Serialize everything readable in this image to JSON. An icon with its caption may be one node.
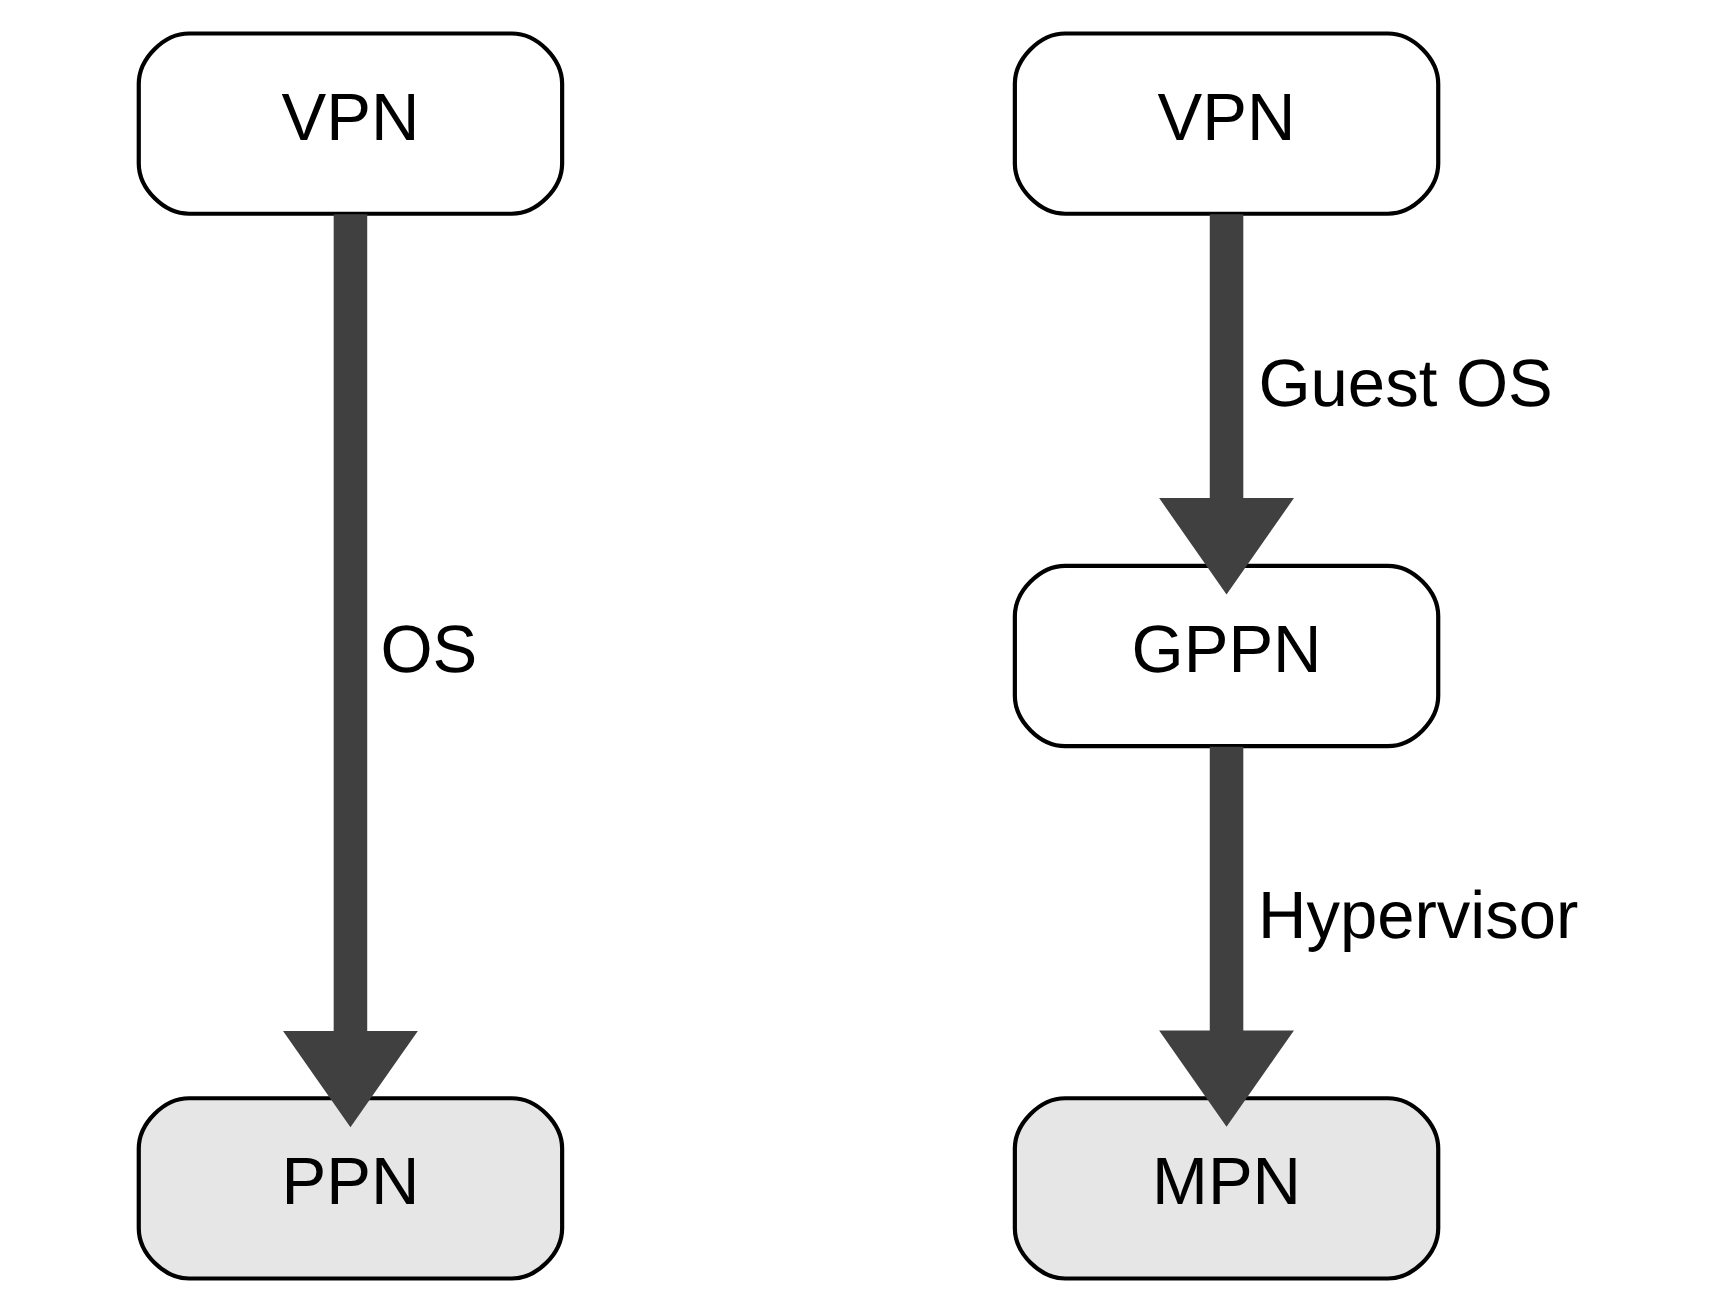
{
  "diagram": {
    "nodes": [
      {
        "text": [
          "VPN"
        ]
      },
      {
        "text": [
          "PPN"
        ]
      },
      {
        "text": [
          "VPN"
        ]
      },
      {
        "text": [
          "GPPN"
        ]
      },
      {
        "text": [
          "MPN"
        ]
      }
    ],
    "edges": [
      {
        "from": 0,
        "to": 1,
        "arrow": "to",
        "label": "OS"
      },
      {
        "from": 2,
        "to": 3,
        "arrow": "to",
        "label": "Guest OS"
      },
      {
        "from": 3,
        "to": 4,
        "arrow": "to",
        "label": "Hypervisor"
      }
    ]
  }
}
